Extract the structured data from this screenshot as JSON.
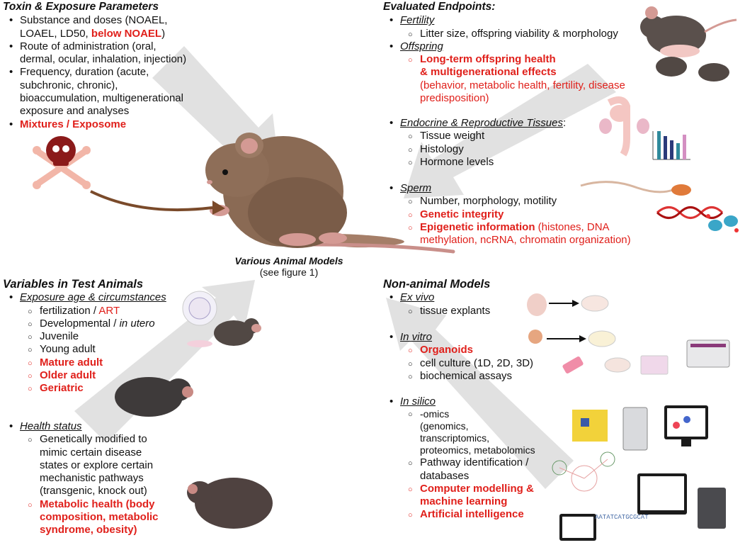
{
  "colors": {
    "highlight": "#e0201b",
    "arrow": "#d9d9d9",
    "rat_fur": "#8a6a54",
    "mouse_fur": "#5a504c"
  },
  "center": {
    "title": "Various Animal Models",
    "subtitle": "(see figure 1)"
  },
  "toxin": {
    "heading": "Toxin & Exposure Parameters",
    "items": [
      {
        "a": "Substance and doses (NOAEL,",
        "b": "LOAEL, LD50, ",
        "b_red": "below NOAEL",
        "b_end": ")"
      },
      {
        "a": "Route of administration (oral,",
        "b": "dermal, ocular, inhalation, injection)"
      },
      {
        "a": "Frequency, duration (acute,",
        "b": "subchronic, chronic),",
        "c": "bioaccumulation,  multigenerational",
        "d": "exposure and analyses"
      },
      {
        "red": "Mixtures / Exposome"
      }
    ]
  },
  "endpoints": {
    "heading": "Evaluated Endpoints:",
    "fertility": {
      "label": "Fertility",
      "sub": "Litter size, offspring viability & morphology"
    },
    "offspring": {
      "label": "Offspring",
      "red1": "Long-term offspring health",
      "red2": "& multigenerational effects",
      "red3": "(behavior, metabolic health, fertility, disease",
      "red4": "predisposition)"
    },
    "endocrine": {
      "label": "Endocrine & Reproductive Tissues",
      "colon": ":",
      "subs": [
        "Tissue weight",
        "Histology",
        "Hormone levels"
      ]
    },
    "sperm": {
      "label": "Sperm",
      "sub1": "Number, morphology, motility",
      "sub2": "Genetic integrity",
      "sub3a": " Epigenetic information",
      "sub3b": " (histones, DNA",
      "sub3c": "methylation, ncRNA, chromatin organization)"
    }
  },
  "variables": {
    "heading": "Variables in Test Animals",
    "exposure": {
      "label": "Exposure age & circumstances",
      "subs": [
        {
          "text": "fertilization / ",
          "red": "ART"
        },
        {
          "text": "Developmental / ",
          "it": "in utero"
        },
        {
          "text": "Juvenile"
        },
        {
          "text": "Young adult"
        },
        {
          "rb": "Mature adult"
        },
        {
          "rb": "Older adult"
        },
        {
          "rb": "Geriatric"
        }
      ]
    },
    "health": {
      "label": "Health status",
      "sub1": [
        "Genetically modified to",
        "mimic certain disease",
        "states or explore certain",
        "mechanistic pathways",
        "(transgenic, knock out)"
      ],
      "sub2": [
        "Metabolic health (body",
        "composition, metabolic",
        "syndrome, obesity)"
      ]
    }
  },
  "nonanimal": {
    "heading": "Non-animal Models",
    "exvivo": {
      "label": "Ex vivo",
      "sub": "tissue explants"
    },
    "invitro": {
      "label": "In vitro",
      "sub1": "Organoids",
      "sub2": "cell culture (1D, 2D, 3D)",
      "sub3": "biochemical assays"
    },
    "insilico": {
      "label": "In silico",
      "sub1": [
        "-omics",
        "(genomics,",
        "transcriptomics,",
        "proteomics, metabolomics"
      ],
      "sub2": [
        "Pathway identification /",
        "databases"
      ],
      "sub3": [
        "Computer modelling &",
        "machine learning"
      ],
      "sub4": "Artificial intelligence"
    }
  },
  "dna_text": "AATATCATGCGCAT"
}
